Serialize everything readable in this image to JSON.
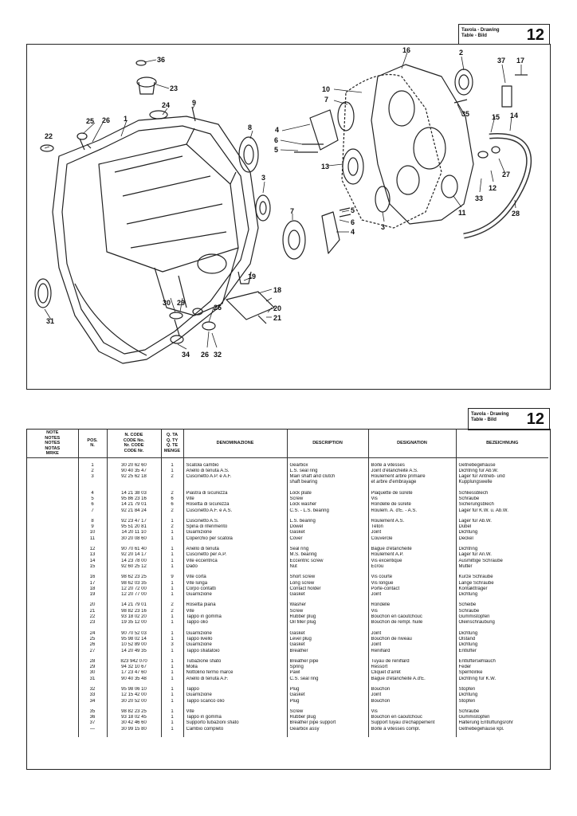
{
  "header": {
    "tag_label": "Tavola - Drawing\nTable - Bild",
    "tag_number": "12"
  },
  "callouts": [
    "36",
    "23",
    "24",
    "9",
    "1",
    "25",
    "26",
    "22",
    "8",
    "16",
    "2",
    "37",
    "17",
    "10",
    "7",
    "35",
    "4",
    "6",
    "5",
    "15",
    "14",
    "13",
    "27",
    "33",
    "12",
    "11",
    "28",
    "3",
    "31",
    "19",
    "30",
    "29",
    "18",
    "20",
    "21",
    "34",
    "32"
  ],
  "table": {
    "headers": {
      "note": "NOTE\nNOTES\nNOTES\nNOTAS\nMRKE",
      "pos": "POS.\nN.",
      "code": "N. CODE\nCODE No.\nNr. CODE\nCODE Nr.",
      "qty": "Q. TA\nQ. TY\nQ. TE\nMENGE",
      "denominazione": "DENOMINAZIONE",
      "description": "DESCRIPTION",
      "designation": "DESIGNATION",
      "bezeichnung": "BEZEICHNUNG"
    },
    "groups": [
      [
        {
          "pos": "1",
          "code": "30 20 62 60",
          "qty": "1",
          "it": "Scatola cambio",
          "en": "Gearbox",
          "fr": "Boîte à vitesses",
          "de": "Getriebegehäuse"
        },
        {
          "pos": "2",
          "code": "90 40 35 47",
          "qty": "1",
          "it": "Anello di tenuta A.S.",
          "en": "L.S. seal ring",
          "fr": "Joint d'étanchéité A.S.",
          "de": "Dichtring für Ab.W."
        },
        {
          "pos": "3",
          "code": "92 25 62 18",
          "qty": "2",
          "it": "Cuscinetto A.P. e A.F.",
          "en": "Main shaft and clutch\nshaft bearing",
          "fr": "Roulement arbre primaire\net arbre d'embrayage",
          "de": "Lager für Antrieb- und\nKupplungswelle"
        }
      ],
      [
        {
          "pos": "4",
          "code": "14 21 38 03",
          "qty": "2",
          "it": "Piastra di sicurezza",
          "en": "Lock plate",
          "fr": "Plaquette de sûreté",
          "de": "Schliessblech"
        },
        {
          "pos": "5",
          "code": "95 86 23 16",
          "qty": "6",
          "it": "Vite",
          "en": "Screw",
          "fr": "Vis",
          "de": "Schraube"
        },
        {
          "pos": "6",
          "code": "14 21 79 01",
          "qty": "6",
          "it": "Rosetta di sicurezza",
          "en": "Lock washer",
          "fr": "Rondelle de sûreté",
          "de": "Sicherungsblech"
        },
        {
          "pos": "7",
          "code": "92 21 84 24",
          "qty": "2",
          "it": "Cuscinetto A.F. e A.S.",
          "en": "C.S. - L.S. bearing",
          "fr": "Roulem. A. d'E. - A.S.",
          "de": "Lager für K.W. u. Ab.W."
        }
      ],
      [
        {
          "pos": "8",
          "code": "92 23 47 17",
          "qty": "1",
          "it": "Cuscinetto A.S.",
          "en": "L.S. bearing",
          "fr": "Roulement A.S.",
          "de": "Lager für Ab.W."
        },
        {
          "pos": "9",
          "code": "95 51 20 81",
          "qty": "2",
          "it": "Spina di riferimento",
          "en": "Dowel",
          "fr": "Téton",
          "de": "Dübel"
        },
        {
          "pos": "10",
          "code": "14 20 11 10",
          "qty": "1",
          "it": "Guarnizione",
          "en": "Gasket",
          "fr": "Joint",
          "de": "Dichtung"
        },
        {
          "pos": "11",
          "code": "30 20 08 60",
          "qty": "1",
          "it": "Coperchio per scatola",
          "en": "Cover",
          "fr": "Couvercle",
          "de": "Deckel"
        }
      ],
      [
        {
          "pos": "12",
          "code": "90 70 61 40",
          "qty": "1",
          "it": "Anello di tenuta",
          "en": "Seal ring",
          "fr": "Bague d'étanchéité",
          "de": "Dichtring"
        },
        {
          "pos": "13",
          "code": "92 20 14 17",
          "qty": "1",
          "it": "Cuscinetto per A.P.",
          "en": "M.S. bearing",
          "fr": "Roulement A.P.",
          "de": "Lager für An.W."
        },
        {
          "pos": "14",
          "code": "14 23 78 00",
          "qty": "1",
          "it": "Vite eccentrica",
          "en": "Eccentric screw",
          "fr": "Vis excentique",
          "de": "Ausmittige Schraube"
        },
        {
          "pos": "15",
          "code": "92 60 25 12",
          "qty": "1",
          "it": "Dado",
          "en": "Nut",
          "fr": "Ecrou",
          "de": "Mutter"
        }
      ],
      [
        {
          "pos": "16",
          "code": "98 62 23 25",
          "qty": "9",
          "it": "Vite corta",
          "en": "Short screw",
          "fr": "Vis courte",
          "de": "Kurze Schraube"
        },
        {
          "pos": "17",
          "code": "98 62 03 35",
          "qty": "1",
          "it": "Vite lunga",
          "en": "Long screw",
          "fr": "Vis longue",
          "de": "Lange Schraube"
        },
        {
          "pos": "18",
          "code": "12 20 72 00",
          "qty": "1",
          "it": "Corpo contatti",
          "en": "Contact holder",
          "fr": "Porte-contact",
          "de": "Kontaktträger"
        },
        {
          "pos": "19",
          "code": "12 20 77 00",
          "qty": "1",
          "it": "Guarnizione",
          "en": "Gasket",
          "fr": "Joint",
          "de": "Dichtung"
        }
      ],
      [
        {
          "pos": "20",
          "code": "14 21 79 01",
          "qty": "2",
          "it": "Rosetta piana",
          "en": "Washer",
          "fr": "Rondelle",
          "de": "Scheibe"
        },
        {
          "pos": "21",
          "code": "98 82 23 16",
          "qty": "2",
          "it": "Vite",
          "en": "Screw",
          "fr": "Vis",
          "de": "Schraube"
        },
        {
          "pos": "22",
          "code": "93 18 02 20",
          "qty": "1",
          "it": "Tappo in gomma",
          "en": "Rubber plug",
          "fr": "Bouchon en caoutchouc",
          "de": "Gummistopfen"
        },
        {
          "pos": "23",
          "code": "19 35 12 00",
          "qty": "1",
          "it": "Tappo olio",
          "en": "Oil filler plug",
          "fr": "Bouchon de rempl. huile",
          "de": "Öleinschraubung"
        }
      ],
      [
        {
          "pos": "24",
          "code": "90 70 52 03",
          "qty": "1",
          "it": "Guarnizione",
          "en": "Gasket",
          "fr": "Joint",
          "de": "Dichtung"
        },
        {
          "pos": "25",
          "code": "95 98 02 14",
          "qty": "1",
          "it": "Tappo livello",
          "en": "Level plug",
          "fr": "Bouchon de niveau",
          "de": "Ölstand"
        },
        {
          "pos": "26",
          "code": "10 52 89 00",
          "qty": "3",
          "it": "Guarnizione",
          "en": "Gasket",
          "fr": "Joint",
          "de": "Dichtung"
        },
        {
          "pos": "27",
          "code": "14 20 49 35",
          "qty": "1",
          "it": "Tappo sfiatatoio",
          "en": "Breather",
          "fr": "Reniflard",
          "de": "Entlüfter"
        }
      ],
      [
        {
          "pos": "28",
          "code": "823 942 070",
          "qty": "1",
          "it": "Tubazione sfiato",
          "en": "Breather pipe",
          "fr": "Tuyau de reniflard",
          "de": "Entlüftersehlauch"
        },
        {
          "pos": "29",
          "code": "94 32 10 67",
          "qty": "1",
          "it": "Molla",
          "en": "Spring",
          "fr": "Ressort",
          "de": "Feder"
        },
        {
          "pos": "30",
          "code": "17 23 47 60",
          "qty": "1",
          "it": "Nottolino fermo marce",
          "en": "Pawl",
          "fr": "Cliquet d'arrêt",
          "de": "Sperrklinke"
        },
        {
          "pos": "31",
          "code": "90 40 35 48",
          "qty": "1",
          "it": "Anello di tenuta A.F.",
          "en": "C.S. seal ring",
          "fr": "Bague d'étanchéité A.d'E.",
          "de": "Dichtring für K.W."
        }
      ],
      [
        {
          "pos": "32",
          "code": "95 98 06 10",
          "qty": "1",
          "it": "Tappo",
          "en": "Plug",
          "fr": "Bouchon",
          "de": "Stopfen"
        },
        {
          "pos": "33",
          "code": "12 15 42 00",
          "qty": "1",
          "it": "Guarnizione",
          "en": "Gasket",
          "fr": "Joint",
          "de": "Dichtung"
        },
        {
          "pos": "34",
          "code": "30 20 52 00",
          "qty": "1",
          "it": "Tappo scarico olio",
          "en": "Plug",
          "fr": "Bouchon",
          "de": "Stopfen"
        }
      ],
      [
        {
          "pos": "35",
          "code": "98 82 23 25",
          "qty": "1",
          "it": "Vite",
          "en": "Screw",
          "fr": "Vis",
          "de": "Schraube"
        },
        {
          "pos": "36",
          "code": "93 18 02 45",
          "qty": "1",
          "it": "Tappo in gomma",
          "en": "Rubber plug",
          "fr": "Bouchon en caoutchouc",
          "de": "Gummistopfen"
        },
        {
          "pos": "37",
          "code": "30 42 46 60",
          "qty": "1",
          "it": "Supporto tubazioni sfiato",
          "en": "Breather pipe support",
          "fr": "Support tuyau d'échappement",
          "de": "Halterung Entlüftungsrohr"
        },
        {
          "pos": "—",
          "code": "30 99 15 80",
          "qty": "1",
          "it": "Cambio completo",
          "en": "Gearbox assy",
          "fr": "Boîte à vitesses compl.",
          "de": "Getriebegehäuse kpl."
        }
      ]
    ]
  }
}
